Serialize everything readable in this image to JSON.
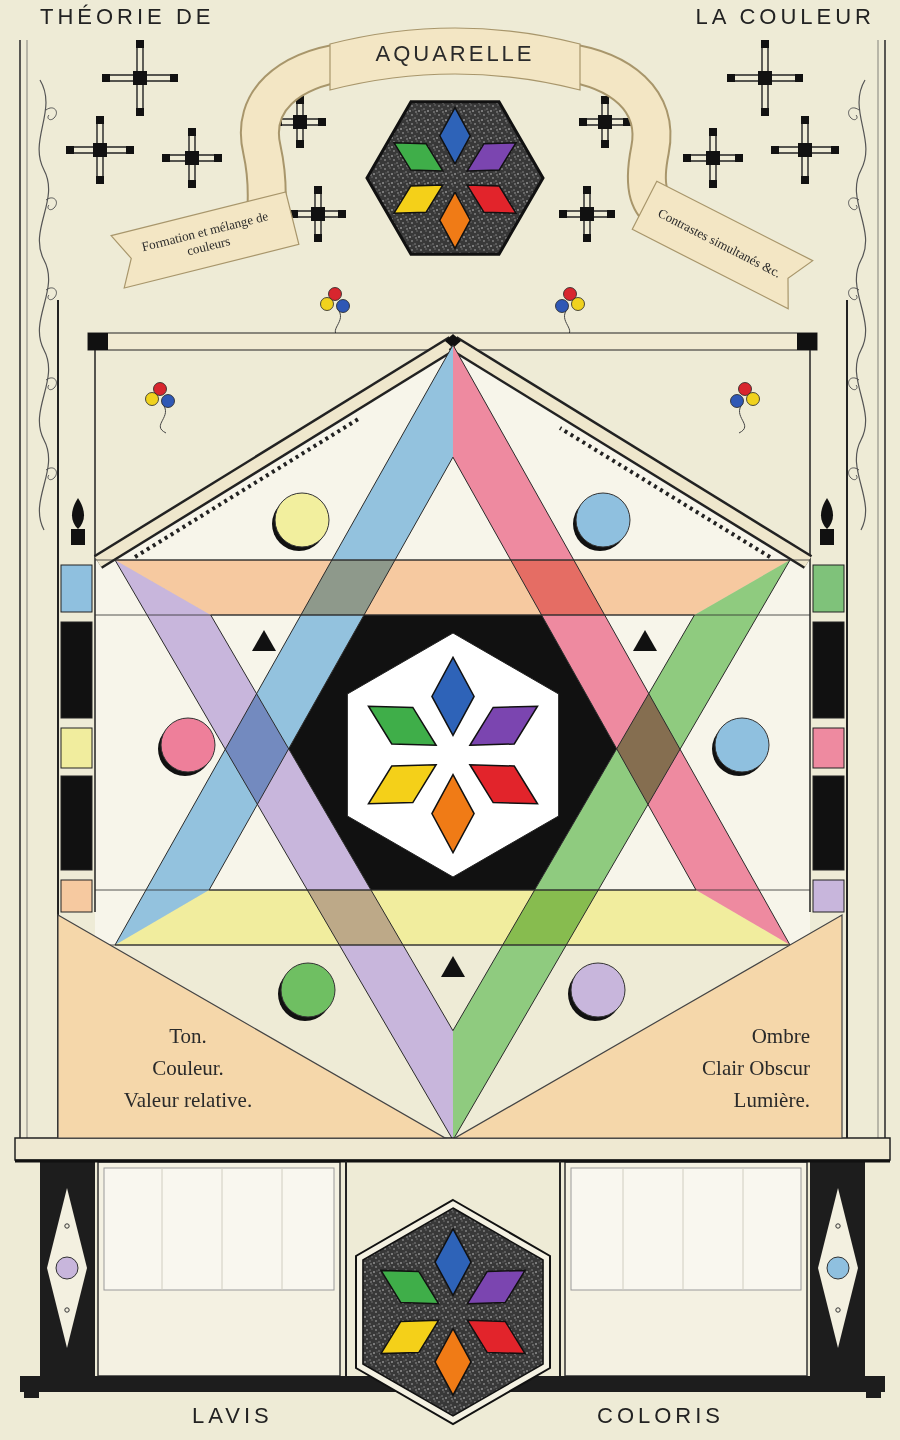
{
  "diagram": {
    "nodes": [
      {
        "text": [
          "AQUARELLE"
        ]
      },
      {
        "text": [
          "Formation et mélange de couleurs"
        ]
      },
      {
        "text": [
          "Contrastes simultanés &c."
        ]
      },
      {
        "text": [
          "Ton.",
          "Couleur.",
          "Valeur relative."
        ]
      },
      {
        "text": [
          "Ombre",
          "Clair Obscur",
          "Lumière."
        ]
      }
    ],
    "labels": [
      "THÉORIE DE",
      "LA COULEUR",
      "LAVIS",
      "COLORIS"
    ]
  }
}
